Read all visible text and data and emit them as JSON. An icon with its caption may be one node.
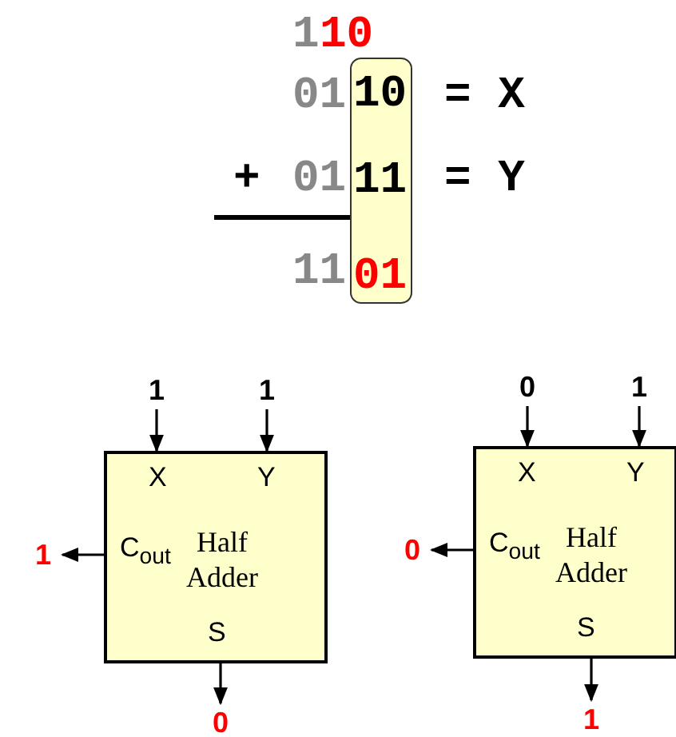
{
  "diagram": {
    "nodes": [
      {
        "text": [
          "10",
          "11",
          "01"
        ]
      },
      {
        "text": [
          "1"
        ]
      },
      {
        "text": [
          "1"
        ]
      },
      {
        "text": [
          "0"
        ]
      },
      {
        "text": [
          "1"
        ]
      },
      {
        "text": [
          "1"
        ]
      },
      {
        "text": [
          "X",
          "Y",
          "C$_{out}$",
          "Half Adder",
          "S"
        ]
      },
      {
        "text": [
          "0"
        ]
      },
      {
        "text": [
          "X",
          "Y",
          "C$_{out}$",
          "Half Adder",
          "S"
        ]
      },
      {
        "text": [
          "0"
        ]
      },
      {
        "text": [
          "1"
        ]
      }
    ],
    "edges": [
      {
        "from": 1,
        "to": 6,
        "arrow": "to"
      },
      {
        "from": 2,
        "to": 6,
        "arrow": "to"
      },
      {
        "from": 3,
        "to": 8,
        "arrow": "to"
      },
      {
        "from": 4,
        "to": 8,
        "arrow": "to"
      },
      {
        "from": 6,
        "to": 5,
        "arrow": "to"
      },
      {
        "from": 8,
        "to": 7,
        "arrow": "to"
      },
      {
        "from": 6,
        "to": 9,
        "arrow": "to"
      },
      {
        "from": 8,
        "to": 10,
        "arrow": "to"
      }
    ],
    "labels": [
      "1",
      "10",
      "01",
      "= X",
      "+",
      "01",
      "= Y",
      "11"
    ]
  }
}
